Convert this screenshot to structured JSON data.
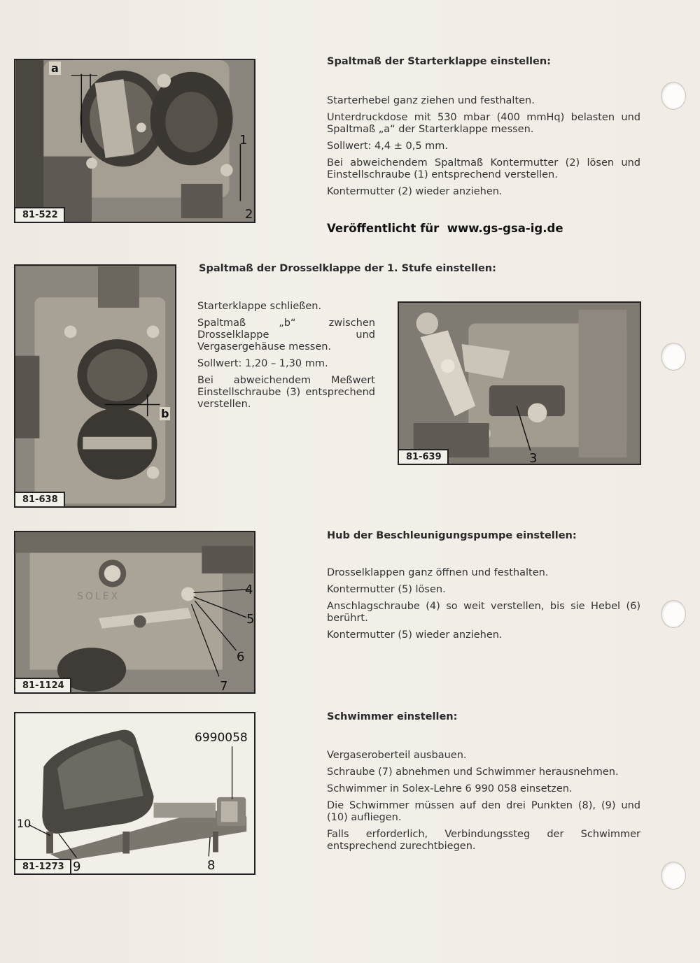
{
  "sections": [
    {
      "figure_code": "81-522",
      "callouts": [
        "a",
        "1",
        "2"
      ],
      "heading": "Spaltmaß der Starterklappe einstellen:",
      "paragraphs": [
        "Starterhebel ganz ziehen und festhalten.",
        "Unterdruckdose mit 530 mbar (400 mmHq) belasten und Spaltmaß „a“ der Starterklappe messen.",
        "Sollwert: 4,4 ± 0,5 mm.",
        "Bei abweichendem Spaltmaß Kontermutter (2) lösen und Einstellschraube (1) entsprechend verstellen.",
        "Kontermutter (2) wieder anziehen."
      ]
    },
    {
      "figure_code": "81-638",
      "callouts": [
        "b"
      ],
      "heading": "Spaltmaß der Drosselklappe der 1. Stufe einstellen:",
      "paragraphs": [
        "Starterklappe schließen.",
        "Spaltmaß „b“ zwischen Drosselklappe und Vergasergehäuse messen.",
        "Sollwert: 1,20 – 1,30 mm.",
        "Bei abweichendem Meßwert Einstellschraube (3) entsprechend verstellen."
      ],
      "second_figure_code": "81-639",
      "second_callouts": [
        "3"
      ]
    },
    {
      "figure_code": "81-1124",
      "callouts": [
        "4",
        "5",
        "6",
        "7"
      ],
      "heading": "Hub der Beschleunigungspumpe einstellen:",
      "paragraphs": [
        "Drosselklappen ganz öffnen und festhalten.",
        "Kontermutter (5) lösen.",
        "Anschlagschraube (4) so weit verstellen, bis sie Hebel (6) berührt.",
        "Kontermutter (5) wieder anziehen."
      ]
    },
    {
      "figure_code": "81-1273",
      "callouts": [
        "6990058",
        "10",
        "9",
        "8"
      ],
      "heading": "Schwimmer einstellen:",
      "paragraphs": [
        "Vergaseroberteil ausbauen.",
        "Schraube (7) abnehmen und Schwimmer herausnehmen.",
        "Schwimmer in Solex-Lehre 6 990 058 einsetzen.",
        "Die Schwimmer müssen auf den drei Punkten (8), (9) und (10) aufliegen.",
        "Falls erforderlich, Verbindungssteg der Schwimmer entsprechend zurechtbiegen."
      ]
    }
  ],
  "notice": "Veröffentlicht für  www.gs-gsa-ig.de",
  "solex_text": "SOLEX"
}
